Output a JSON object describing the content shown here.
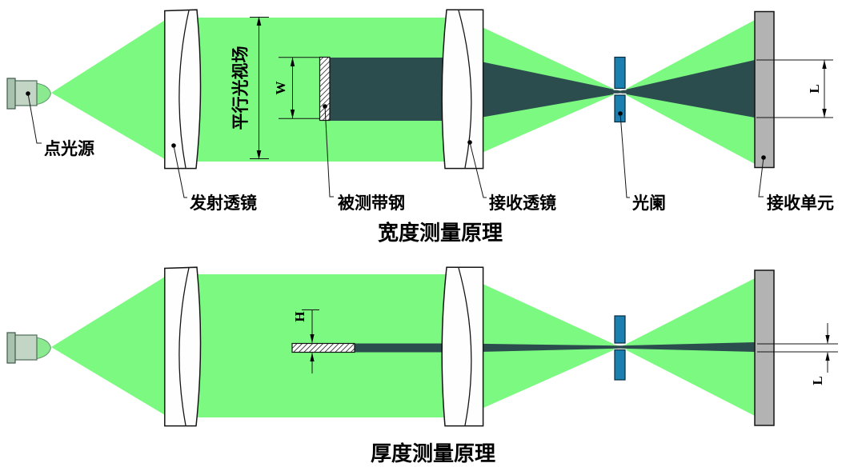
{
  "colors": {
    "beam": "#7BF980",
    "shadow": "#2B4D4E",
    "aperture_blue": "#1B7FB0",
    "unit_gray": "#B3B3B3",
    "lens_fill": "#FEFEFE",
    "source_body": "#C3D6C6",
    "source_flange": "#A9C2B0",
    "source_tip": "#8BE98F"
  },
  "width_diagram": {
    "title": "宽度测量原理",
    "labels": {
      "point_source": "点光源",
      "emit_lens": "发射透镜",
      "parallel_field": "平行光视场",
      "measured_strip": "被测带钢",
      "receive_lens": "接收透镜",
      "aperture": "光阑",
      "receive_unit": "接收单元",
      "dim_w": "W",
      "dim_l": "L"
    }
  },
  "thickness_diagram": {
    "title": "厚度测量原理",
    "labels": {
      "dim_h": "H",
      "dim_l": "L"
    }
  }
}
